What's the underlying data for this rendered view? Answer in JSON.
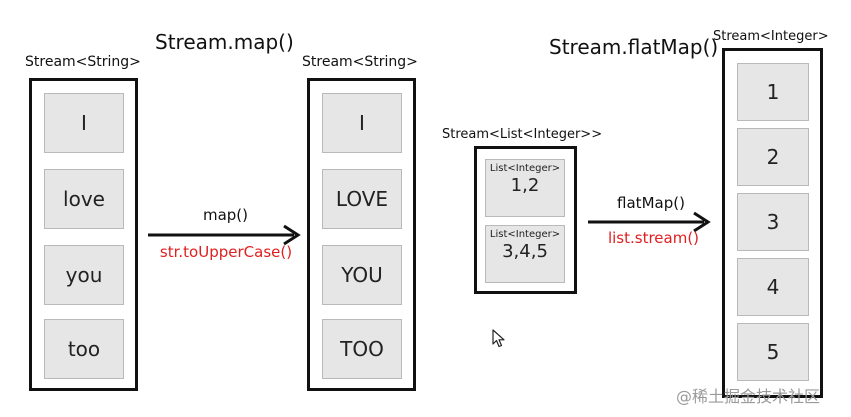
{
  "titles": {
    "map": "Stream.map()",
    "flatmap": "Stream.flatMap()"
  },
  "streams": {
    "s1": {
      "label": "Stream<String>",
      "items": [
        "I",
        "love",
        "you",
        "too"
      ]
    },
    "s2": {
      "label": "Stream<String>",
      "items": [
        "I",
        "LOVE",
        "YOU",
        "TOO"
      ]
    },
    "s3": {
      "label": "Stream<List<Integer>>",
      "lists": [
        {
          "type": "List<Integer>",
          "value": "1,2"
        },
        {
          "type": "List<Integer>",
          "value": "3,4,5"
        }
      ]
    },
    "s4": {
      "label": "Stream<Integer>",
      "items": [
        "1",
        "2",
        "3",
        "4",
        "5"
      ]
    }
  },
  "arrows": {
    "map": {
      "op": "map()",
      "fn": "str.toUpperCase()"
    },
    "flatmap": {
      "op": "flatMap()",
      "fn": "list.stream()"
    }
  },
  "colors": {
    "function_text": "#e02020",
    "box_border": "#111111",
    "item_fill": "#e6e6e6"
  },
  "icons": {
    "cursor": "mouse-pointer-icon"
  },
  "watermark": "@稀土掘金技术社区"
}
